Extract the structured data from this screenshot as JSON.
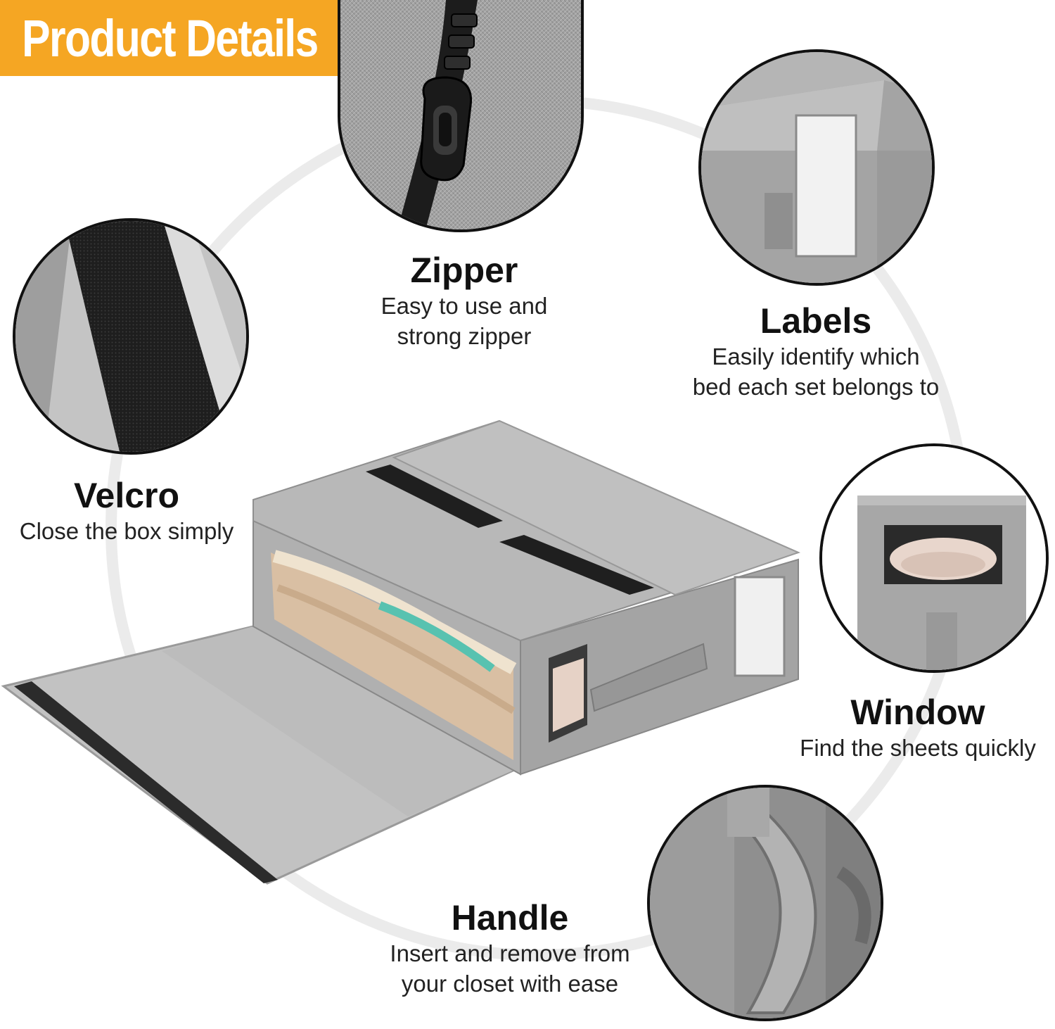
{
  "banner": {
    "label": "Product Details",
    "color": "#f5a623"
  },
  "features": [
    {
      "id": "zipper",
      "title": "Zipper",
      "desc_lines": [
        "Easy to use and",
        "strong zipper"
      ],
      "icon": "zipper-closeup-icon"
    },
    {
      "id": "labels",
      "title": "Labels",
      "desc_lines": [
        "Easily identify which",
        "bed each set belongs to"
      ],
      "icon": "label-window-closeup-icon"
    },
    {
      "id": "velcro",
      "title": "Velcro",
      "desc_lines": [
        "Close the box simply"
      ],
      "icon": "velcro-strip-closeup-icon"
    },
    {
      "id": "window",
      "title": "Window",
      "desc_lines": [
        "Find the sheets quickly"
      ],
      "icon": "clear-window-closeup-icon"
    },
    {
      "id": "handle",
      "title": "Handle",
      "desc_lines": [
        "Insert and remove from",
        "your closet with ease"
      ],
      "icon": "fabric-handle-closeup-icon"
    }
  ],
  "colors": {
    "fabric_gray": "#a9a9a9",
    "velcro_black": "#1e1e1e",
    "ring": "#ebebeb"
  }
}
